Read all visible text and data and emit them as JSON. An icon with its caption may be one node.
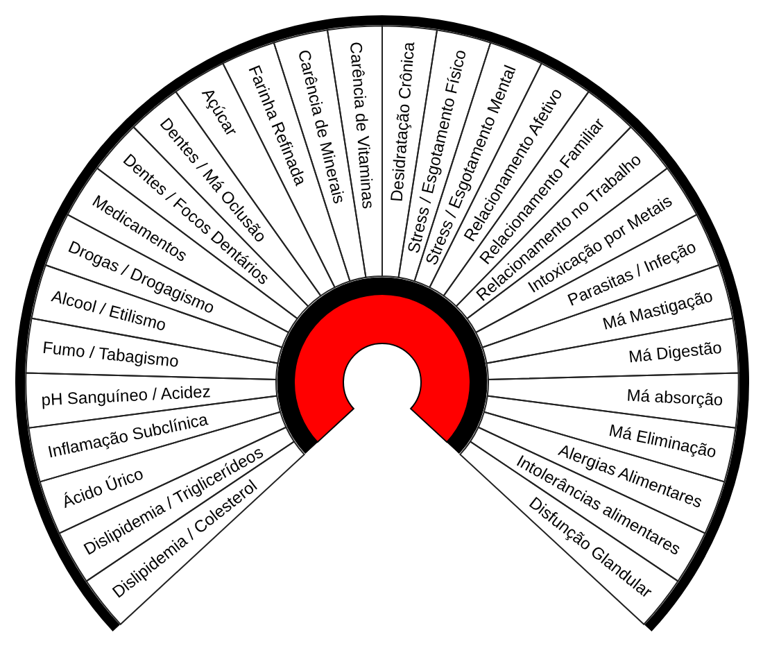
{
  "diagram": {
    "nodes": [
      {
        "text": [
          "Dislipidemia / Colesterol"
        ]
      },
      {
        "text": [
          "Dislipidemia / Triglicerídeos"
        ]
      },
      {
        "text": [
          "Ácido Úrico"
        ]
      },
      {
        "text": [
          "Inflamação Subclínica"
        ]
      },
      {
        "text": [
          "pH Sanguíneo / Acidez"
        ]
      },
      {
        "text": [
          "Fumo / Tabagismo"
        ]
      },
      {
        "text": [
          "Alcool / Etilismo"
        ]
      },
      {
        "text": [
          "Drogas / Drogagismo"
        ]
      },
      {
        "text": [
          "Medicamentos"
        ]
      },
      {
        "text": [
          "Dentes / Focos Dentários"
        ]
      },
      {
        "text": [
          "Dentes / Má Oclusão"
        ]
      },
      {
        "text": [
          "Açúcar"
        ]
      },
      {
        "text": [
          "Farinha Refinada"
        ]
      },
      {
        "text": [
          "Carência de Minerais"
        ]
      },
      {
        "text": [
          "Carência de Vitaminas"
        ]
      },
      {
        "text": [
          "Desidratação Crônica"
        ]
      },
      {
        "text": [
          "Stress / Esgotamento Físico"
        ]
      },
      {
        "text": [
          "Stress / Esgotamento Mental"
        ]
      },
      {
        "text": [
          "Relacionamento Afetivo"
        ]
      },
      {
        "text": [
          "Relacionamento Familiar"
        ]
      },
      {
        "text": [
          "Relacionamento no Trabalho"
        ]
      },
      {
        "text": [
          "Intoxicação por Metais"
        ]
      },
      {
        "text": [
          "Parasitas / Infeção"
        ]
      },
      {
        "text": [
          "Má Mastigação"
        ]
      },
      {
        "text": [
          "Má Digestão"
        ]
      },
      {
        "text": [
          "Má absorção"
        ]
      },
      {
        "text": [
          "Má Eliminação"
        ]
      },
      {
        "text": [
          "Alergias Alimentares"
        ]
      },
      {
        "text": [
          "Intolerâncias alimentares"
        ]
      },
      {
        "text": [
          "Disfunção Glandular"
        ]
      }
    ]
  }
}
